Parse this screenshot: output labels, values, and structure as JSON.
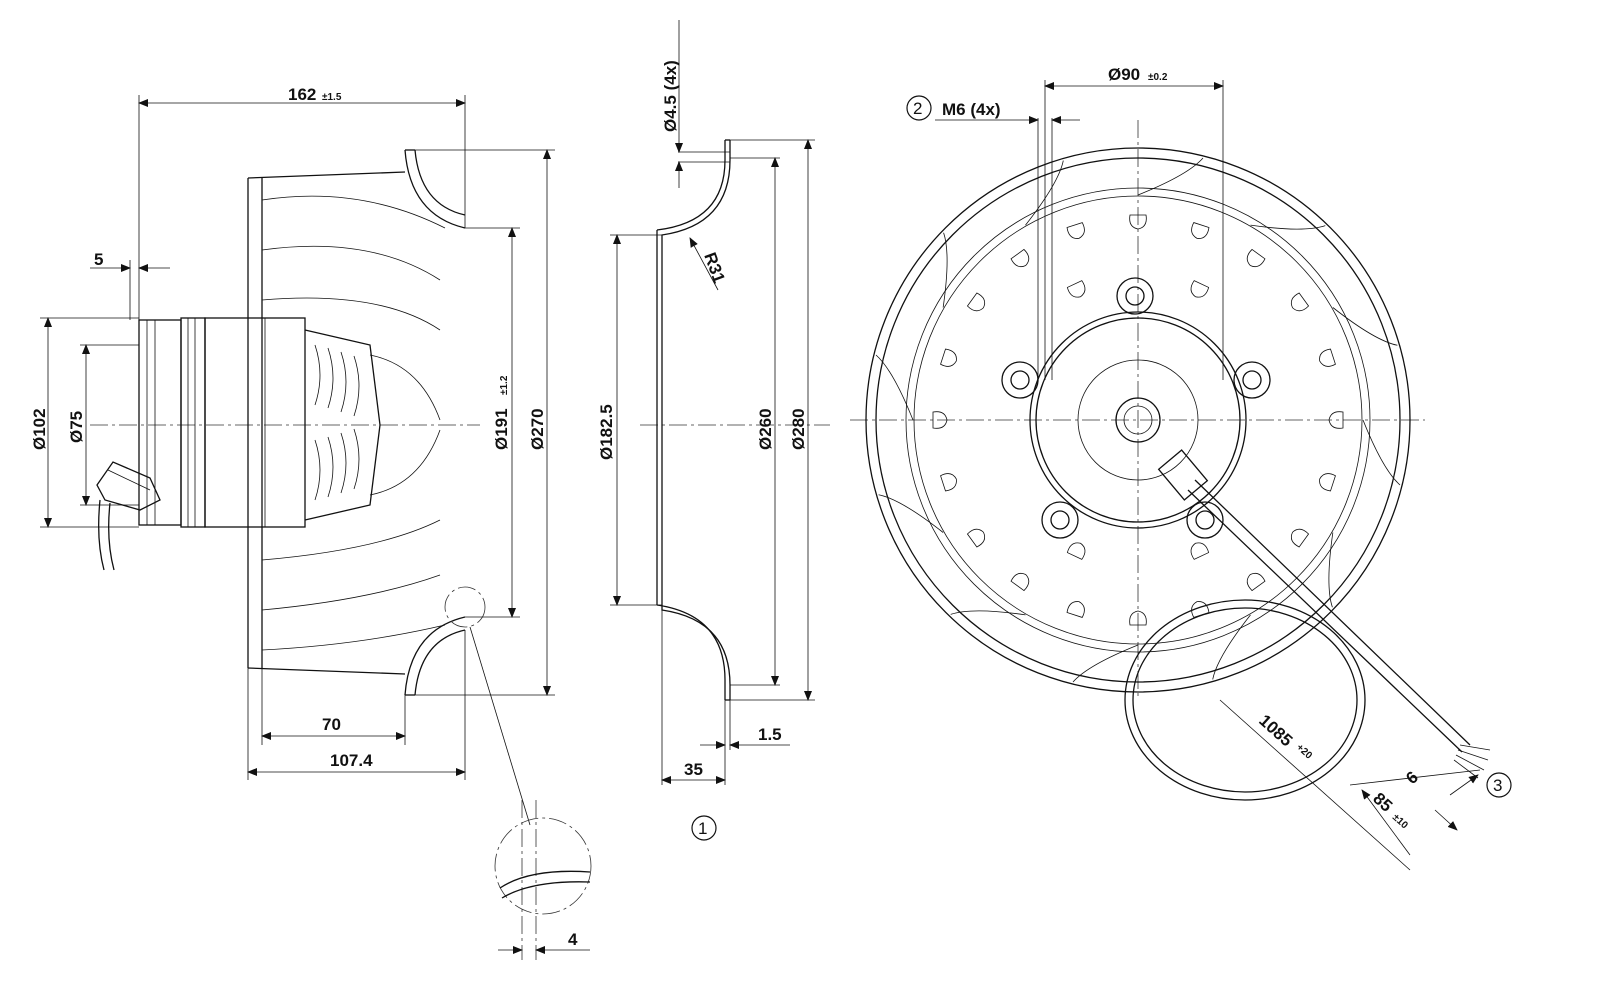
{
  "colors": {
    "line": "#111111",
    "background": "#ffffff"
  },
  "side_view": {
    "dims": {
      "overall_length": "162",
      "overall_length_tol": "±1.5",
      "d102": "Ø102",
      "d75": "Ø75",
      "offset5": "5",
      "d191": "Ø191",
      "d191_tol": "±1.2",
      "d270": "Ø270",
      "len70": "70",
      "len107": "107.4",
      "detail4": "4"
    }
  },
  "inlet_ring": {
    "dims": {
      "hole": "Ø4.5 (4x)",
      "radius": "R31",
      "d182": "Ø182.5",
      "d260": "Ø260",
      "d280": "Ø280",
      "thickness": "1.5",
      "depth": "35"
    },
    "callout": "1"
  },
  "front_view": {
    "dims": {
      "bolt_circle": "Ø90",
      "bolt_circle_tol": "±0.2",
      "thread": "M6 (4x)",
      "cable_len": "1085",
      "cable_len_tol": "+20",
      "strip_len": "85",
      "strip_len_tol": "±10",
      "wire_end": "6"
    },
    "callouts": {
      "thread": "2",
      "cable": "3"
    }
  }
}
